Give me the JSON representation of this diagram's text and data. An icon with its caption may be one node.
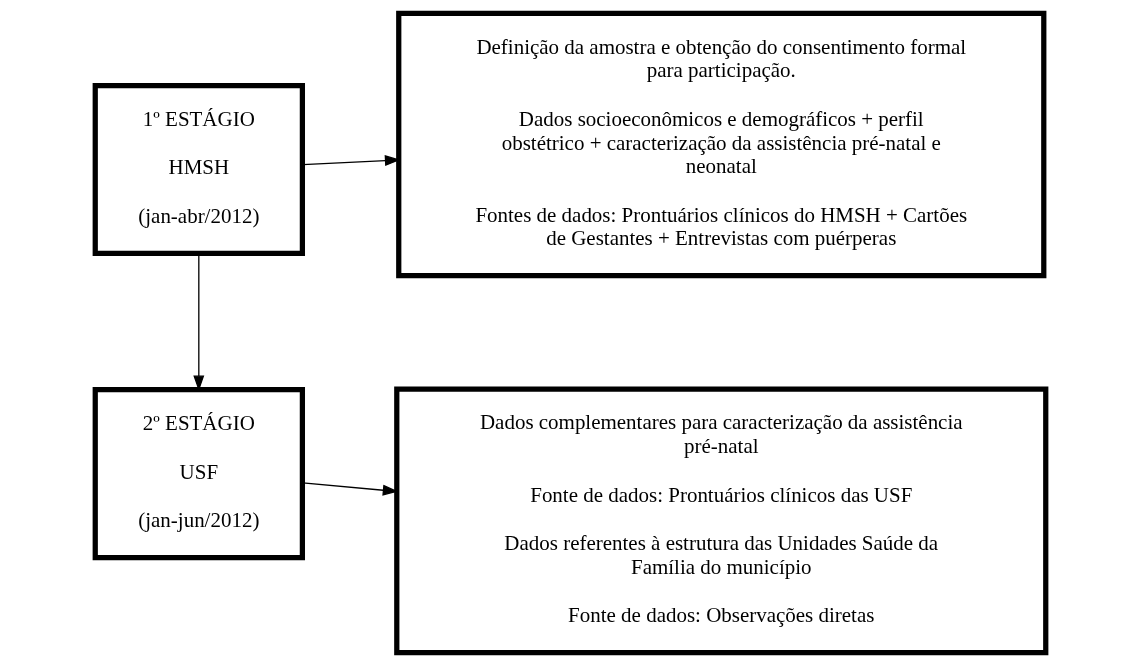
{
  "diagram": {
    "nodes": [
      {
        "text": [
          "1º ESTÁGIO",
          "HMSH",
          "(jan-abr/2012)"
        ]
      },
      {
        "text": [
          "Definição da amostra e obtenção do consentimento formal para participação.",
          "Dados socioeconômicos e demográficos + perfil obstétrico + caracterização da assistência pré-natal e neonatal",
          "Fontes de dados: Prontuários clínicos do HMSH + Cartões de Gestantes + Entrevistas com puérperas"
        ]
      },
      {
        "text": [
          "2º ESTÁGIO",
          "USF",
          "(jan-jun/2012)"
        ]
      },
      {
        "text": [
          "Dados complementares para caracterização da assistência pré-natal",
          "Fonte de dados: Prontuários clínicos das USF",
          "Dados referentes à estrutura das Unidades Saúde da Família do município",
          "Fonte de dados: Observações diretas"
        ]
      }
    ],
    "edges": [
      {
        "from": 0,
        "to": 1,
        "arrow": "to"
      },
      {
        "from": 0,
        "to": 2,
        "arrow": "to"
      },
      {
        "from": 2,
        "to": 3,
        "arrow": "to"
      }
    ]
  }
}
